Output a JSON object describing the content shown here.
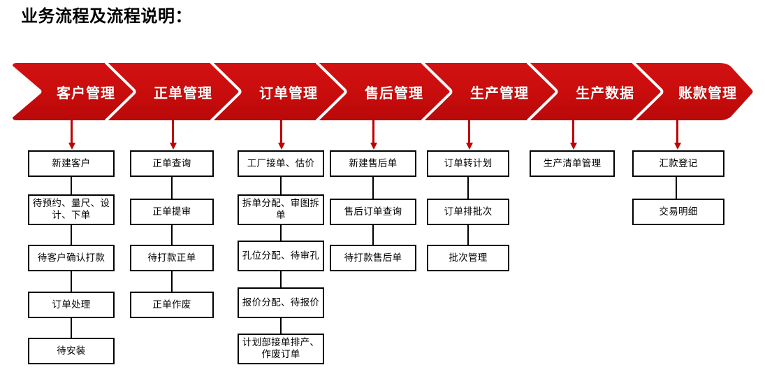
{
  "page": {
    "title": "业务流程及流程说明：",
    "accent_red": "#c8102e",
    "banner_red": "#cc0d0d",
    "arrow_red": "#c00000",
    "box_border": "#000000",
    "text_color": "#000000"
  },
  "banner": {
    "stages": [
      {
        "label": "客户管理"
      },
      {
        "label": "正单管理"
      },
      {
        "label": "订单管理"
      },
      {
        "label": "售后管理"
      },
      {
        "label": "生产管理"
      },
      {
        "label": "生产数据"
      },
      {
        "label": "账款管理"
      }
    ]
  },
  "columns": [
    {
      "stage": "客户管理",
      "boxes": [
        {
          "label": "新建客户"
        },
        {
          "label": "待预约、量尺、设计、下单"
        },
        {
          "label": "待客户确认打款"
        },
        {
          "label": "订单处理"
        },
        {
          "label": "待安装"
        }
      ]
    },
    {
      "stage": "正单管理",
      "boxes": [
        {
          "label": "正单查询"
        },
        {
          "label": "正单提审"
        },
        {
          "label": "待打款正单"
        },
        {
          "label": "正单作废"
        }
      ]
    },
    {
      "stage": "订单管理",
      "boxes": [
        {
          "label": "工厂接单、估价"
        },
        {
          "label": "拆单分配、审图拆单"
        },
        {
          "label": "孔位分配、待审孔"
        },
        {
          "label": "报价分配、待报价"
        },
        {
          "label": "计划部接单排产、作废订单"
        }
      ]
    },
    {
      "stage": "售后管理",
      "boxes": [
        {
          "label": "新建售后单"
        },
        {
          "label": "售后订单查询"
        },
        {
          "label": "待打款售后单"
        }
      ]
    },
    {
      "stage": "生产管理",
      "boxes": [
        {
          "label": "订单转计划"
        },
        {
          "label": "订单排批次"
        },
        {
          "label": "批次管理"
        }
      ]
    },
    {
      "stage": "生产数据",
      "boxes": [
        {
          "label": "生产清单管理"
        }
      ]
    },
    {
      "stage": "账款管理",
      "boxes": [
        {
          "label": "汇款登记"
        },
        {
          "label": "交易明细"
        }
      ]
    }
  ]
}
